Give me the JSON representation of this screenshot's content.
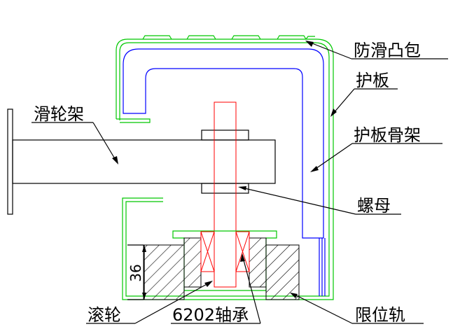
{
  "labels": {
    "anti_slip_bump": "防滑凸包",
    "guard_plate": "护板",
    "pulley_frame": "滑轮架",
    "guard_plate_frame": "护板骨架",
    "nut": "螺母",
    "roller": "滚轮",
    "bearing": "6202轴承",
    "limit_rail": "限位轨"
  },
  "dimensions": {
    "roller_height": "36"
  },
  "colors": {
    "guard_plate": "#00c800",
    "guard_plate_frame": "#0000ff",
    "bolt": "#ff0000",
    "outline": "#000000"
  }
}
